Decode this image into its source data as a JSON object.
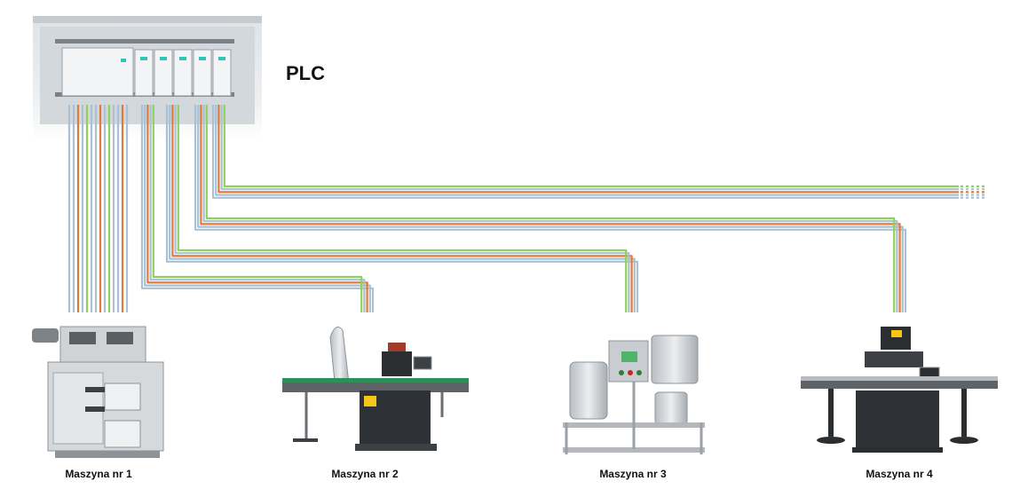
{
  "controller": {
    "label": "PLC"
  },
  "machines": [
    {
      "label": "Maszyna nr 1"
    },
    {
      "label": "Maszyna nr 2"
    },
    {
      "label": "Maszyna nr 3"
    },
    {
      "label": "Maszyna nr 4"
    }
  ],
  "colors": {
    "wire_blue": "#a9c1d3",
    "wire_orange": "#e07a3a",
    "wire_green": "#8fd15a",
    "cabinet": "#e9ecef",
    "machine_dark": "#2b2b2b",
    "steel": "#c9cdd1"
  }
}
